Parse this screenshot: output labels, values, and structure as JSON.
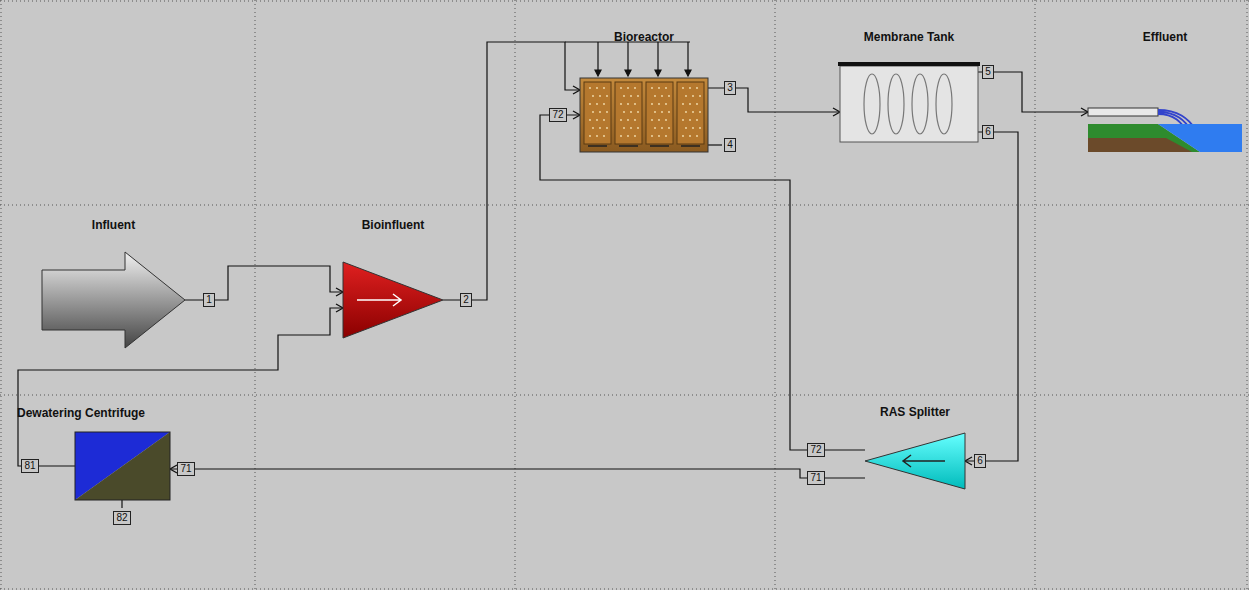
{
  "diagram": {
    "nodes": [
      {
        "text": [
          "Bioreactor"
        ]
      },
      {
        "text": [
          "Membrane Tank"
        ]
      },
      {
        "text": [
          "Effluent"
        ]
      },
      {
        "text": [
          "Influent"
        ]
      },
      {
        "text": [
          "Bioinfluent"
        ]
      },
      {
        "text": [
          "Dewatering Centrifuge"
        ]
      },
      {
        "text": [
          "RAS Splitter"
        ]
      }
    ],
    "edges": [
      {
        "from": 3,
        "to": 4,
        "arrow": "to"
      },
      {
        "from": 4,
        "to": 0,
        "arrow": "to"
      },
      {
        "from": 0,
        "to": 1,
        "arrow": "to"
      },
      {
        "from": 1,
        "to": 2,
        "arrow": "to"
      },
      {
        "from": 1,
        "to": 6,
        "arrow": "to"
      },
      {
        "from": 6,
        "to": 0,
        "arrow": "to"
      },
      {
        "from": 6,
        "to": 5,
        "arrow": "to"
      },
      {
        "from": 5,
        "to": 4,
        "arrow": "to"
      }
    ],
    "labels": [
      "3",
      "5",
      "72",
      "4",
      "6",
      "1",
      "2",
      "72",
      "6",
      "81",
      "71",
      "71",
      "82"
    ]
  }
}
